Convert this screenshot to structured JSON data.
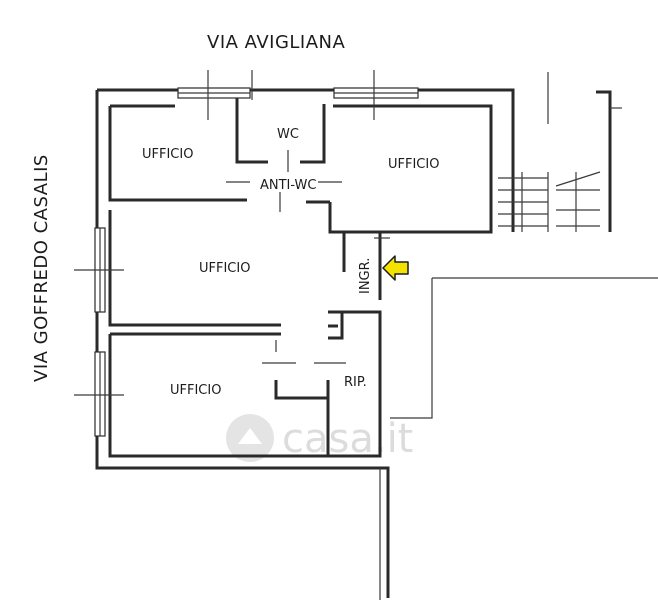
{
  "streets": {
    "north": "VIA AVIGLIANA",
    "west": "VIA GOFFREDO CASALIS"
  },
  "rooms": {
    "office_top_left": "UFFICIO",
    "wc": "WC",
    "anti_wc": "ANTI-WC",
    "office_top_right": "UFFICIO",
    "office_middle": "UFFICIO",
    "entrance": "INGR.",
    "office_bottom": "UFFICIO",
    "storage": "RIP."
  },
  "watermark": {
    "text": "casa.it"
  },
  "colors": {
    "walls": "#2a2a2a",
    "entrance_arrow": "#f4e200",
    "watermark": "#d9d9d9"
  }
}
